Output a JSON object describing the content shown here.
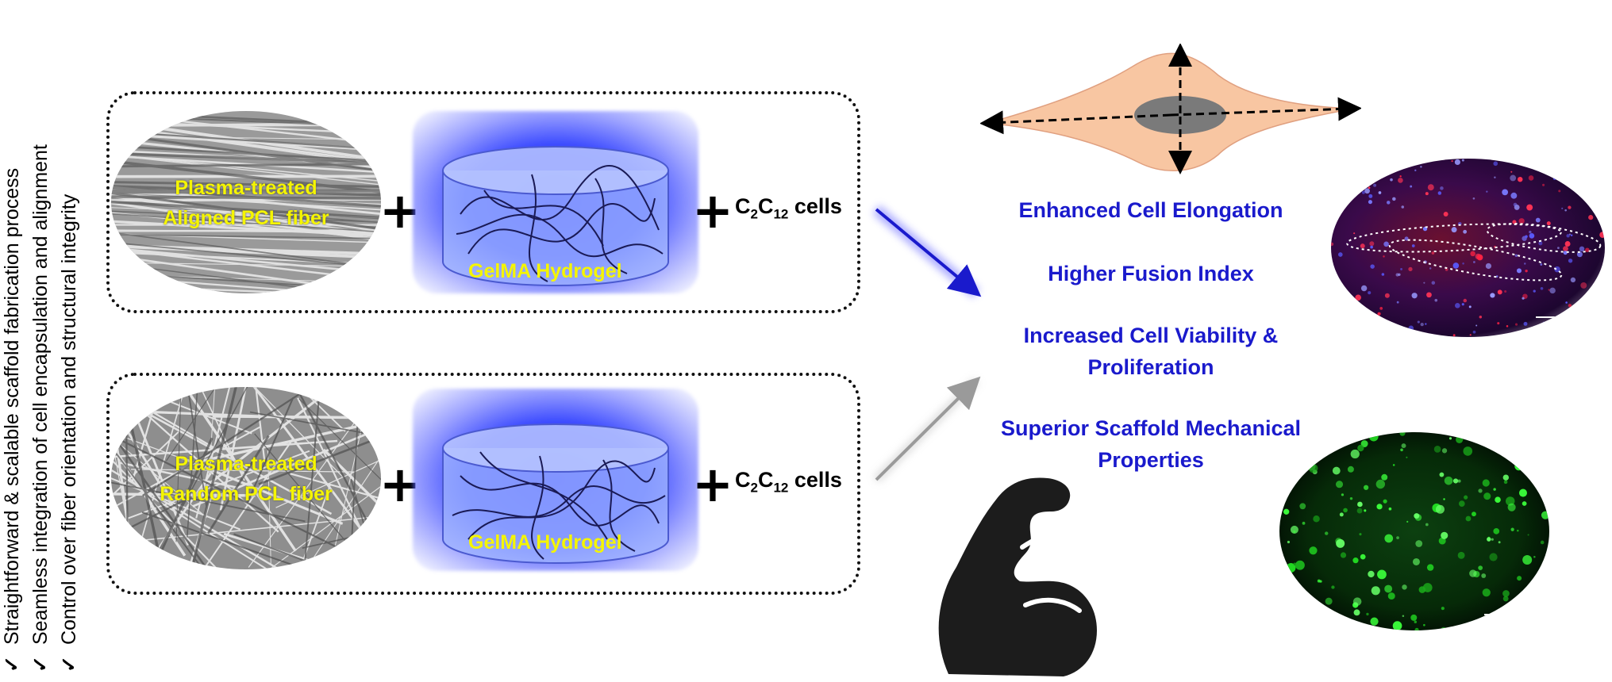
{
  "checklist": [
    {
      "mark": "✓",
      "text": "Straightforward & scalable scaffold fabrication process"
    },
    {
      "mark": "✓",
      "text": "Seamless integration of cell encapsulation and alignment"
    },
    {
      "mark": "✓",
      "text": "Control over fiber orientation and structural integrity"
    }
  ],
  "panels": [
    {
      "fiber_line1": "Plasma-treated",
      "fiber_line2": "Aligned PCL fiber",
      "hydrogel": "GelMA Hydrogel",
      "plus": "+",
      "cells_main": "C",
      "cells_sub1": "2",
      "cells_mid": "C",
      "cells_sub2": "12",
      "cells_word": " cells"
    },
    {
      "fiber_line1": "Plasma-treated",
      "fiber_line2": "Random PCL fiber",
      "hydrogel": "GelMA Hydrogel",
      "plus": "+",
      "cells_main": "C",
      "cells_sub1": "2",
      "cells_mid": "C",
      "cells_sub2": "12",
      "cells_word": " cells"
    }
  ],
  "benefits": [
    {
      "line1": "Enhanced Cell Elongation",
      "line2": ""
    },
    {
      "line1": "Higher Fusion Index",
      "line2": ""
    },
    {
      "line1": "Increased Cell Viability &",
      "line2": "Proliferation"
    },
    {
      "line1": "Superior Scaffold Mechanical",
      "line2": "Properties"
    }
  ],
  "colors": {
    "benefit_text": "#1a1acc",
    "label_yellow": "#f5f500",
    "cell_body": "#f8c6a2",
    "nucleus": "#7a7a7a",
    "arrow_blue": "#1a1acc",
    "arrow_gray": "#9a9a9a"
  },
  "icons": {
    "muscle": "flexed-biceps-icon",
    "cell": "elongated-cell-icon"
  }
}
